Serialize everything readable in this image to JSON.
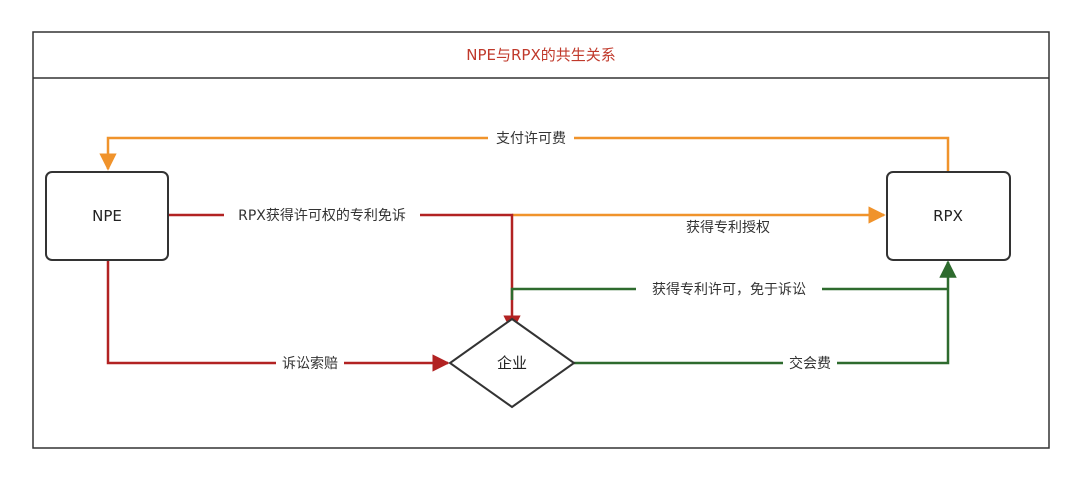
{
  "diagram": {
    "title": "NPE与RPX的共生关系",
    "nodes": {
      "npe": "NPE",
      "rpx": "RPX",
      "enterprise": "企业"
    },
    "edges": {
      "pay_license_fee": "支付许可费",
      "rpx_license_immunity": "RPX获得许可权的专利免诉",
      "get_patent_authorization": "获得专利授权",
      "get_license_immunity": "获得专利许可，免于诉讼",
      "litigation_claim": "诉讼索赔",
      "pay_membership_fee": "交会费"
    }
  },
  "colors": {
    "orange": "#F0932B",
    "red": "#B22222",
    "green": "#2E6B2E",
    "title_text": "#C0392B",
    "border": "#333333"
  }
}
